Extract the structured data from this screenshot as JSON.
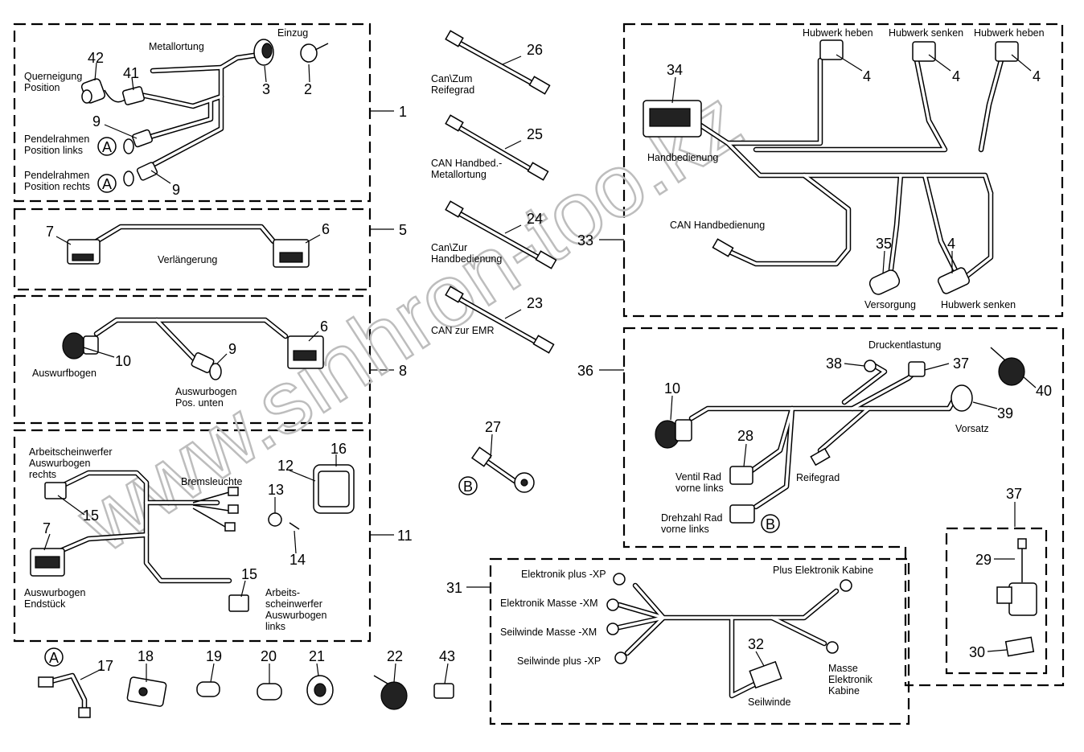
{
  "diagram": {
    "watermark": "www.sinhron-too.kz",
    "labels": {
      "metallortung": "Metallortung",
      "einzug": "Einzug",
      "querneigung": "Querneigung",
      "position": "Position",
      "pendel_links_1": "Pendelrahmen",
      "pendel_links_2": "Position links",
      "pendel_rechts_1": "Pendelrahmen",
      "pendel_rechts_2": "Position rechts",
      "verlaengerung": "Verlängerung",
      "auswurfbogen": "Auswurfbogen",
      "auswurbogen_unten_1": "Auswurbogen",
      "auswurbogen_unten_2": "Pos. unten",
      "aw_rechts_1": "Arbeitscheinwerfer",
      "aw_rechts_2": "Auswurbogen",
      "aw_rechts_3": "rechts",
      "bremsleuchte": "Bremsleuchte",
      "endstueck_1": "Auswurbogen",
      "endstueck_2": "Endstück",
      "aw_links_1": "Arbeits-",
      "aw_links_2": "scheinwerfer",
      "aw_links_3": "Auswurbogen",
      "aw_links_4": "links",
      "can_reife_1": "Can\\Zum",
      "can_reife_2": "Reifegrad",
      "can_hand_met_1": "CAN Handbed.-",
      "can_hand_met_2": "Metallortung",
      "can_zur_hand_1": "Can\\Zur",
      "can_zur_hand_2": "Handbedienung",
      "can_emr": "CAN zur EMR",
      "hubwerk_heben_a": "Hubwerk heben",
      "hubwerk_senken_a": "Hubwerk senken",
      "hubwerk_heben_b": "Hubwerk heben",
      "handbedienung": "Handbedienung",
      "can_handbedienung": "CAN Handbedienung",
      "versorgung": "Versorgung",
      "hubwerk_senken_b": "Hubwerk senken",
      "druckentlastung": "Druckentlastung",
      "vorsatz": "Vorsatz",
      "ventil_1": "Ventil Rad",
      "ventil_2": "vorne links",
      "reifegrad": "Reifegrad",
      "drehzahl_1": "Drehzahl Rad",
      "drehzahl_2": "vorne links",
      "el_plus": "Elektronik plus -XP",
      "el_masse": "Elektronik Masse -XM",
      "sw_masse": "Seilwinde Masse -XM",
      "sw_plus": "Seilwinde plus -XP",
      "plus_kabine": "Plus Elektronik Kabine",
      "masse_kabine_1": "Masse",
      "masse_kabine_2": "Elektronik",
      "masse_kabine_3": "Kabine",
      "seilwinde": "Seilwinde"
    },
    "letters": {
      "a": "A",
      "b": "B"
    },
    "numbers": [
      "1",
      "2",
      "3",
      "4",
      "5",
      "6",
      "7",
      "8",
      "9",
      "10",
      "11",
      "12",
      "13",
      "14",
      "15",
      "16",
      "17",
      "18",
      "19",
      "20",
      "21",
      "22",
      "23",
      "24",
      "25",
      "26",
      "27",
      "28",
      "29",
      "30",
      "31",
      "32",
      "33",
      "34",
      "35",
      "36",
      "37",
      "38",
      "39",
      "40",
      "41",
      "42",
      "43"
    ]
  }
}
